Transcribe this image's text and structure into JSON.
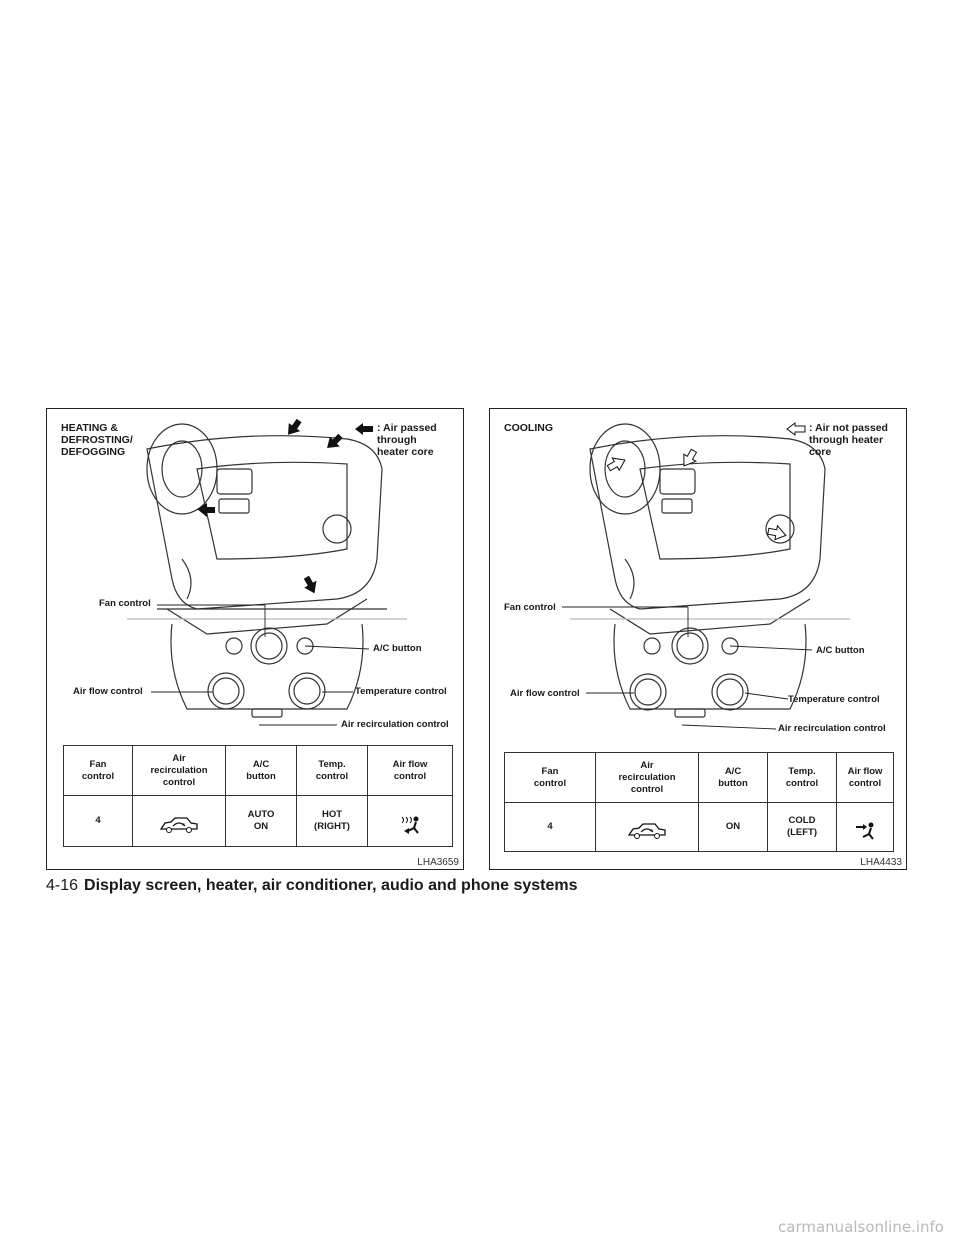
{
  "left": {
    "heading": "HEATING &\nDEFROSTING/\nDEFOGGING",
    "legend": ": Air passed\nthrough\nheater core",
    "callouts": {
      "fan": "Fan control",
      "ac": "A/C button",
      "airflow": "Air flow control",
      "temp": "Temperature control",
      "recirc": "Air recirculation control"
    },
    "table": {
      "headers": [
        "Fan\ncontrol",
        "Air\nrecirculation\ncontrol",
        "A/C\nbutton",
        "Temp.\ncontrol",
        "Air flow\ncontrol"
      ],
      "values": [
        "4",
        "",
        "AUTO\nON",
        "HOT\n(RIGHT)",
        ""
      ]
    },
    "code": "LHA3659"
  },
  "right": {
    "heading": "COOLING",
    "legend": ": Air not passed\nthrough heater\ncore",
    "callouts": {
      "fan": "Fan control",
      "ac": "A/C button",
      "airflow": "Air flow control",
      "temp": "Temperature control",
      "recirc": "Air recirculation control"
    },
    "table": {
      "headers": [
        "Fan\ncontrol",
        "Air\nrecirculation\ncontrol",
        "A/C\nbutton",
        "Temp.\ncontrol",
        "Air flow\ncontrol"
      ],
      "values": [
        "4",
        "",
        "ON",
        "COLD\n(LEFT)",
        ""
      ]
    },
    "code": "LHA4433"
  },
  "footer": {
    "page_number": "4-16",
    "title": "Display screen, heater, air conditioner, audio and phone systems"
  },
  "watermark": "carmanualsonline.info",
  "icons": {
    "filled_arrow": "filled-arrow-icon",
    "outline_arrow": "outline-arrow-icon",
    "recirc": "car-recirculation-icon",
    "defrost_floor": "defrost-floor-icon",
    "face_vent": "face-vent-icon"
  }
}
